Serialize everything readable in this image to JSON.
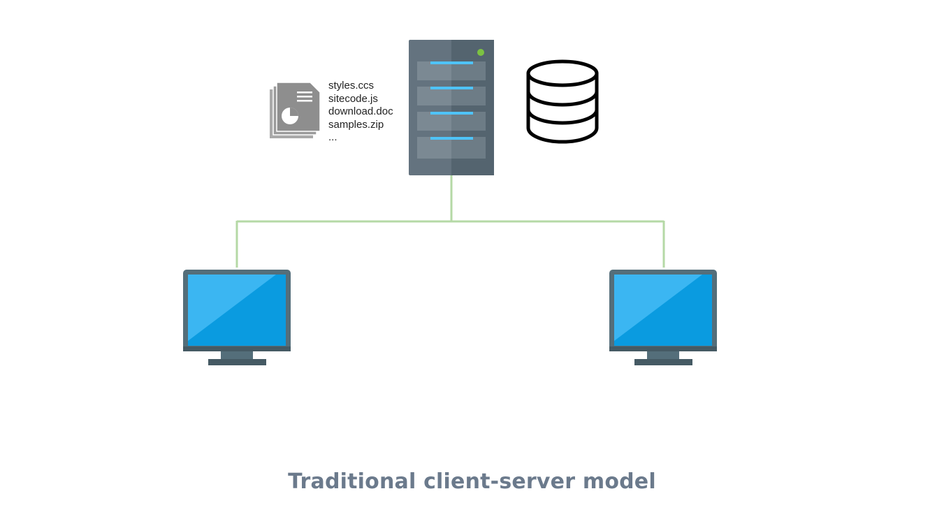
{
  "caption": "Traditional client-server model",
  "server": {
    "files": [
      "styles.ccs",
      "sitecode.js",
      "download.doc",
      "samples.zip",
      "..."
    ]
  },
  "icons": {
    "files": "document-stack-icon",
    "server": "server-rack-icon",
    "database": "database-icon",
    "clients": [
      "desktop-monitor-icon",
      "desktop-monitor-icon"
    ]
  },
  "colors": {
    "connector": "#b5d9a6",
    "server_body": "#5e707d",
    "server_accent": "#4fc3f7",
    "status_light": "#7cc242",
    "monitor_frame": "#546e7a",
    "monitor_screen": "#0a9be0",
    "caption": "#6b7a8c"
  }
}
